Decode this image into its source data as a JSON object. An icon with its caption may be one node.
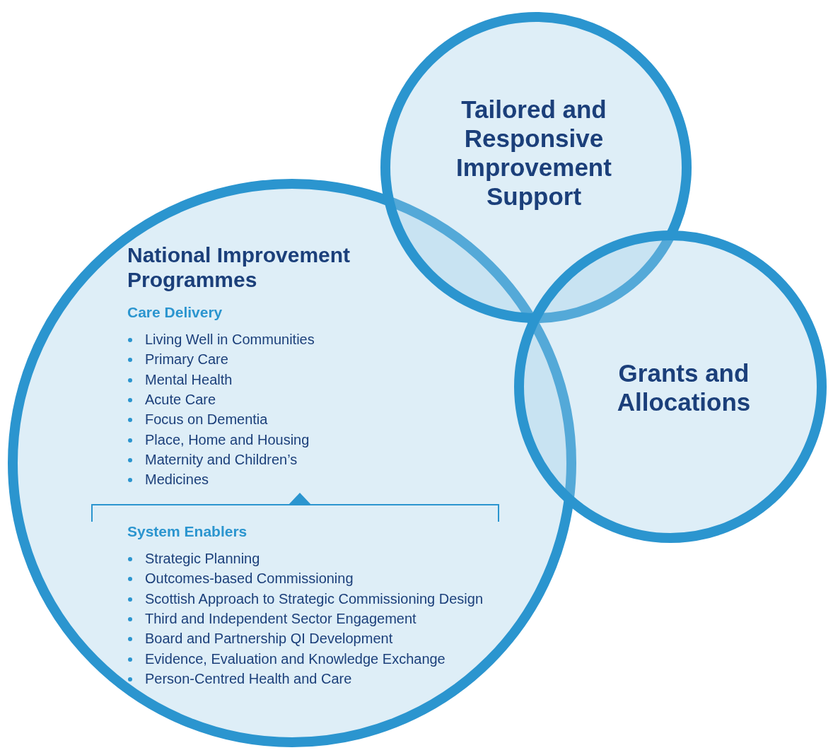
{
  "diagram": {
    "nodes": [
      {
        "text": [
          "National Improvement Programmes",
          "Care Delivery",
          "Living Well in Communities",
          "Primary Care",
          "Mental Health",
          "Acute Care",
          "Focus on Dementia",
          "Place, Home and Housing",
          "Maternity and Children’s",
          "Medicines",
          "System Enablers",
          "Strategic Planning",
          "Outcomes-based Commissioning",
          "Scottish Approach to Strategic Commissioning Design",
          "Third and Independent Sector Engagement",
          "Board and Partnership QI Development",
          "Evidence, Evaluation and Knowledge Exchange",
          "Person-Centred Health and Care"
        ]
      },
      {
        "text": [
          "Tailored and Responsive Improvement Support"
        ]
      },
      {
        "text": [
          "Grants and Allocations"
        ]
      }
    ]
  }
}
